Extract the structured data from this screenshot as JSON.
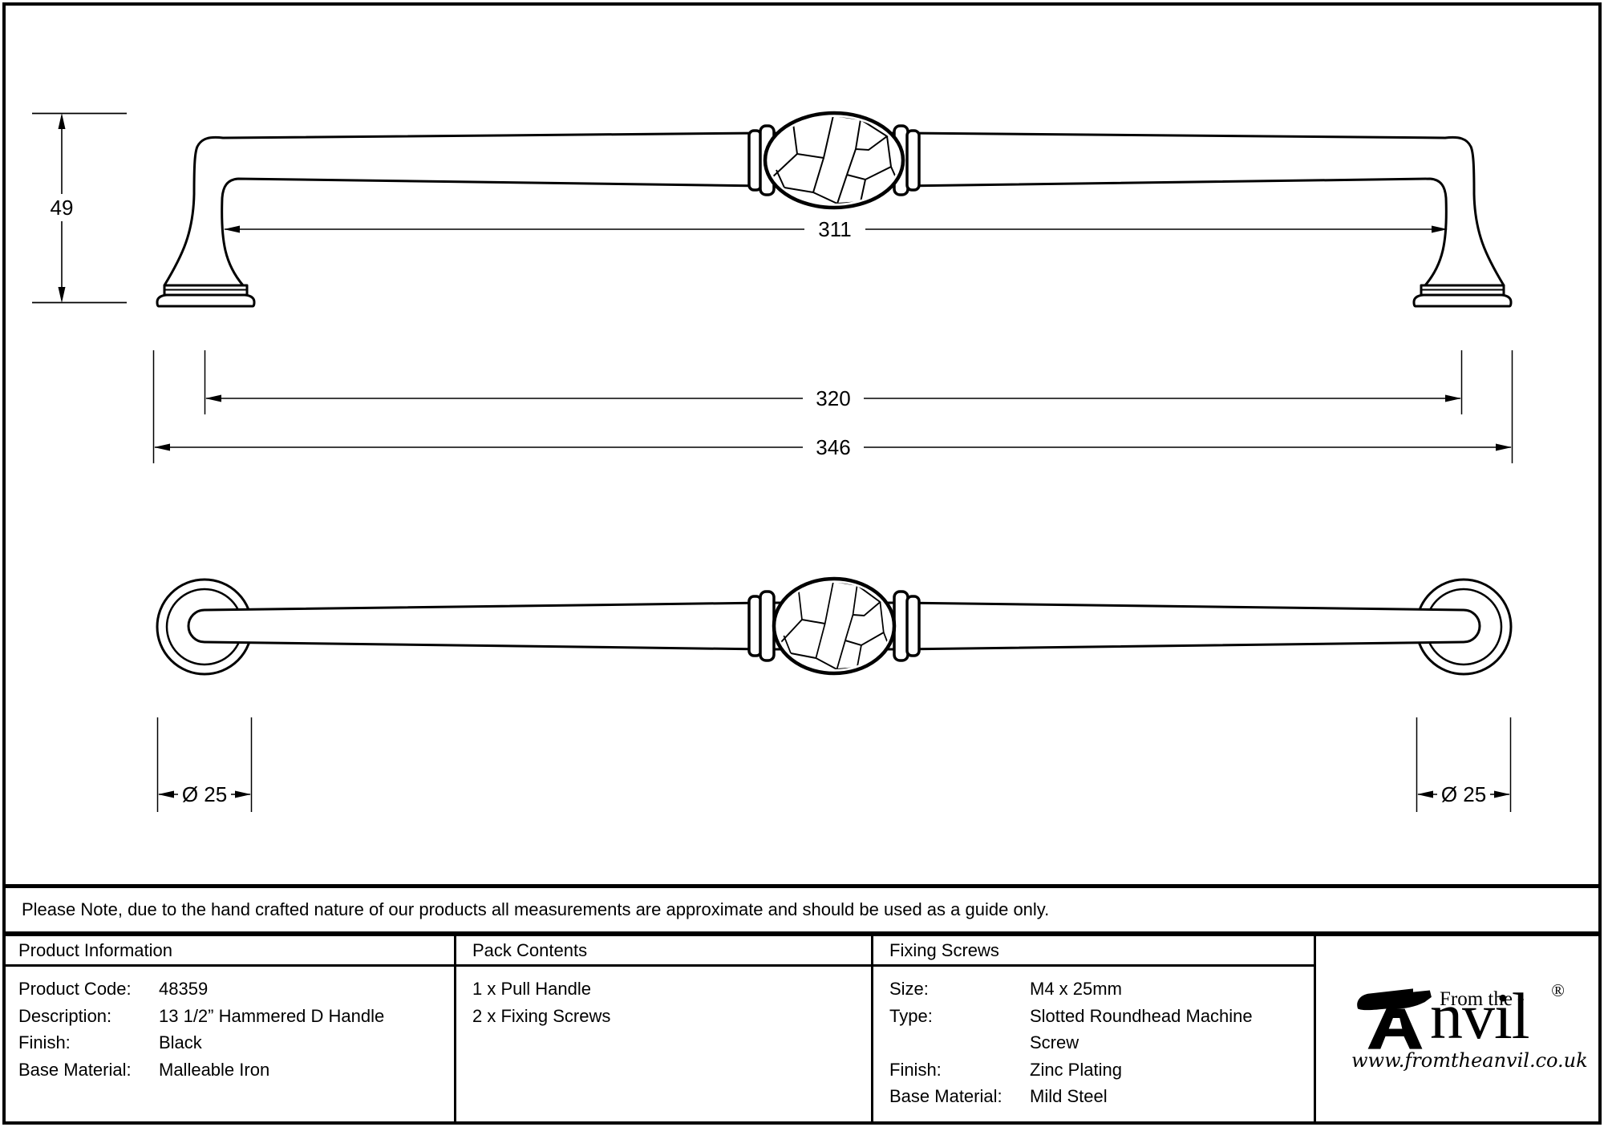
{
  "note": "Please Note, due to the hand crafted nature of our products all measurements are approximate and should be used as a guide only.",
  "front_view": {
    "dim_height": "49",
    "dim_handle_span": "311",
    "dim_fixing_centres": "320",
    "dim_overall_length": "346"
  },
  "plan_view": {
    "dim_rose_left": "Ø 25",
    "dim_rose_right": "Ø 25"
  },
  "table": {
    "product_information": {
      "header": "Product Information",
      "rows": [
        {
          "label": "Product Code:",
          "value": "48359"
        },
        {
          "label": "Description:",
          "value": "13 1/2” Hammered D Handle"
        },
        {
          "label": "Finish:",
          "value": "Black"
        },
        {
          "label": "Base Material:",
          "value": "Malleable Iron"
        }
      ]
    },
    "pack_contents": {
      "header": "Pack Contents",
      "items": [
        "1 x Pull Handle",
        "2 x Fixing Screws"
      ]
    },
    "fixing_screws": {
      "header": "Fixing Screws",
      "rows": [
        {
          "label": "Size:",
          "value": "M4 x 25mm"
        },
        {
          "label": "Type:",
          "value": "Slotted Roundhead Machine Screw"
        },
        {
          "label": "Finish:",
          "value": "Zinc Plating"
        },
        {
          "label": "Base Material:",
          "value": "Mild Steel"
        }
      ]
    },
    "logo": {
      "prefix": "From the",
      "diamond": "♦",
      "name_rest": "nvil",
      "registered": "®",
      "website": "www.fromtheanvil.co.uk"
    }
  },
  "colors": {
    "ink": "#000000",
    "paper": "#ffffff"
  }
}
